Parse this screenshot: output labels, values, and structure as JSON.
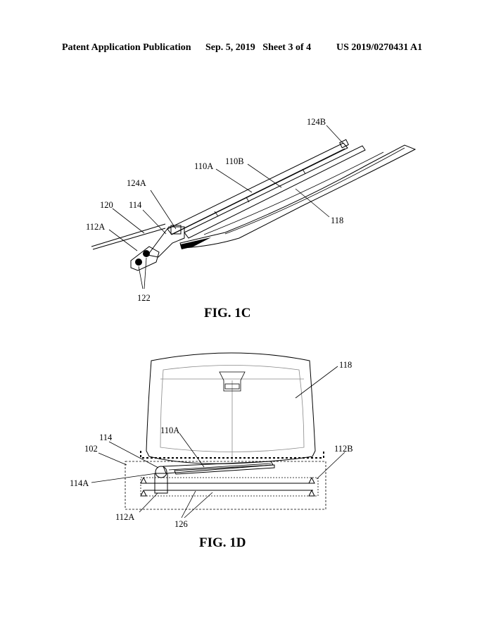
{
  "header": {
    "left": "Patent Application Publication",
    "middle": "Sep. 5, 2019   Sheet 3 of 4",
    "right": "US 2019/0270431 A1"
  },
  "fig1c": {
    "caption": "FIG. 1C",
    "labels": {
      "l124B": "124B",
      "l110B": "110B",
      "l110A": "110A",
      "l124A": "124A",
      "l120": "120",
      "l114": "114",
      "l112A": "112A",
      "l118": "118",
      "l122": "122"
    }
  },
  "fig1d": {
    "caption": "FIG. 1D",
    "labels": {
      "l118": "118",
      "l114": "114",
      "l110A": "110A",
      "l102": "102",
      "l112B": "112B",
      "l114A": "114A",
      "l112A": "112A",
      "l126": "126"
    }
  }
}
